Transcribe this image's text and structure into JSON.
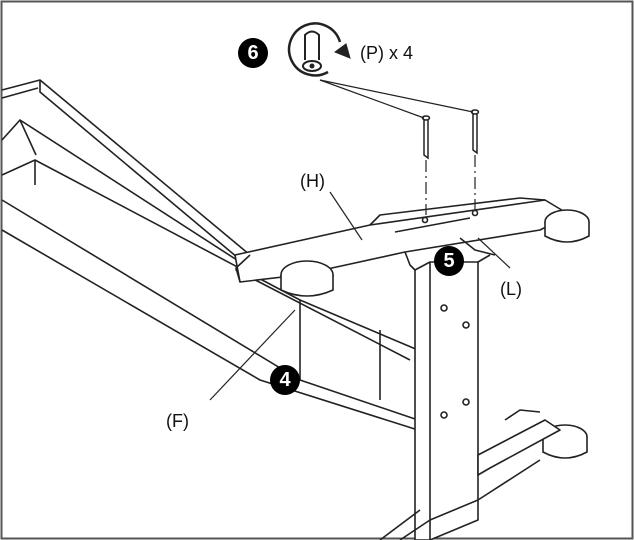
{
  "steps": {
    "step_4": "4",
    "step_5": "5",
    "step_6": "6"
  },
  "parts": {
    "f": "(F)",
    "h": "(H)",
    "l": "(L)",
    "p_qty": "(P) x 4"
  },
  "colors": {
    "line": "#222222",
    "badge": "#000000",
    "frame": "#555555"
  },
  "icons": {
    "rotate": "clockwise-rotate-icon",
    "screw": "bolt-icon"
  }
}
